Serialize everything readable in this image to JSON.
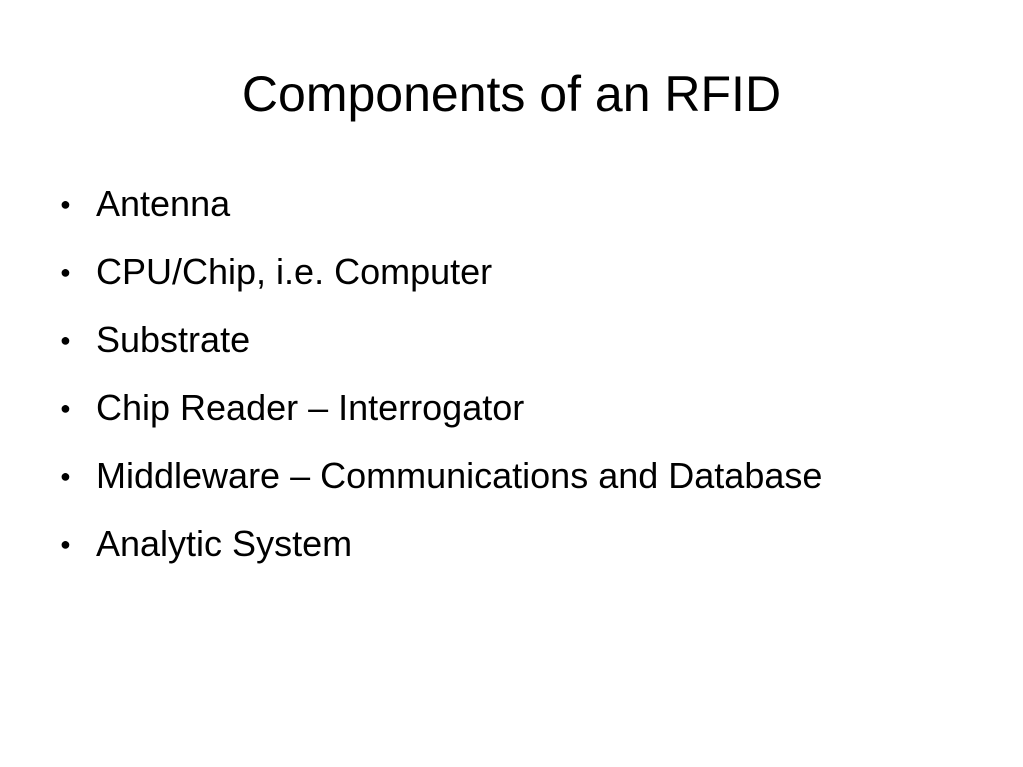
{
  "slide": {
    "title": "Components of an RFID",
    "bullet_glyph": "●",
    "items": [
      {
        "label": "Antenna"
      },
      {
        "label": "CPU/Chip, i.e. Computer"
      },
      {
        "label": "Substrate"
      },
      {
        "label": "Chip Reader – Interrogator"
      },
      {
        "label": "Middleware – Communications and Database"
      },
      {
        "label": "Analytic System"
      }
    ]
  }
}
